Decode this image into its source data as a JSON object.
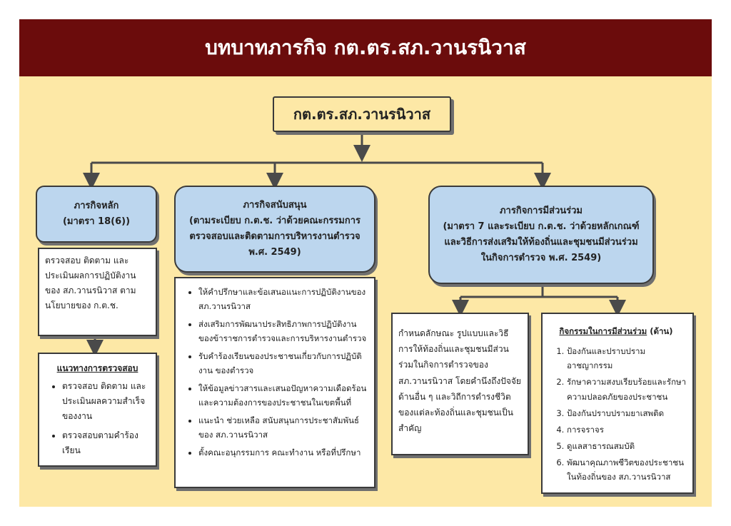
{
  "title": "บทบาทภารกิจ กต.ตร.สภ.วานรนิวาส",
  "root": "กต.ตร.สภ.วานรนิวาส",
  "branch1": {
    "heading": "ภารกิจหลัก",
    "subheading": "(มาตรา 18(6))",
    "detail": "ตรวจสอบ ติดตาม และประเมินผลการปฏิบัติงานของ สภ.วานรนิวาส ตามนโยบายของ ก.ต.ช.",
    "guide_title": "แนวทางการตรวจสอบ",
    "guide_items": [
      "ตรวจสอบ ติดตาม และประเมินผลความสำเร็จของงาน",
      "ตรวจสอบตามคำร้องเรียน"
    ]
  },
  "branch2": {
    "heading": "ภารกิจสนับสนุน",
    "subheading": "(ตามระเบียบ ก.ต.ช. ว่าด้วยคณะกรรมการตรวจสอบและติดตามการบริหารงานตำรวจ พ.ศ. 2549)",
    "items": [
      "ให้คำปรึกษาและข้อเสนอแนะการปฏิบัติงานของ สภ.วานรนิวาส",
      "ส่งเสริมการพัฒนาประสิทธิภาพการปฏิบัติงานของข้าราชการตำรวจและการบริหารงานตำรวจ",
      "รับคำร้องเรียนของประชาชนเกี่ยวกับการปฏิบัติงาน ของตำรวจ",
      "ให้ข้อมูลข่าวสารและเสนอปัญหาความเดือดร้อนและความต้องการของประชาชนในเขตพื้นที่",
      "แนะนำ ช่วยเหลือ สนับสนุนการประชาสัมพันธ์ของ สภ.วานรนิวาส",
      "ตั้งคณะอนุกรรมการ คณะทำงาน หรือที่ปรึกษา"
    ]
  },
  "branch3": {
    "heading": "ภารกิจการมีส่วนร่วม",
    "subheading": "(มาตรา 7 และระเบียบ ก.ต.ช. ว่าด้วยหลักเกณฑ์และวิธีการส่งเสริมให้ท้องถิ่นและชุมชนมีส่วนร่วมในกิจการตำรวจ พ.ศ. 2549)",
    "detail": "กำหนดลักษณะ รูปแบบและวิธีการให้ท้องถิ่นและชุมชนมีส่วนร่วมในกิจการตำรวจของ สภ.วานรนิวาส โดยคำนึงถึงปัจจัยด้านอื่น ๆ และวิถีการดำรงชีวิตของแต่ละท้องถิ่นและชุมชนเป็นสำคัญ",
    "activities_title": "กิจกรรมในการมีส่วนร่วม",
    "activities_suffix": "(ด้าน)",
    "activities": [
      "ป้องกันและปราบปรามอาชญากรรม",
      "รักษาความสงบเรียบร้อยและรักษาความปลอดภัยของประชาชน",
      "ป้องกันปราบปรามยาเสพติด",
      "การจราจร",
      "ดูแลสาธารณสมบัติ",
      "พัฒนาคุณภาพชีวิตของประชาชนในท้องถิ่นของ สภ.วานรนิวาส"
    ]
  },
  "colors": {
    "banner": "#6b0c0c",
    "background": "#fde8a6",
    "header_box": "#bcd6ee",
    "connector": "#4a4a4a"
  }
}
